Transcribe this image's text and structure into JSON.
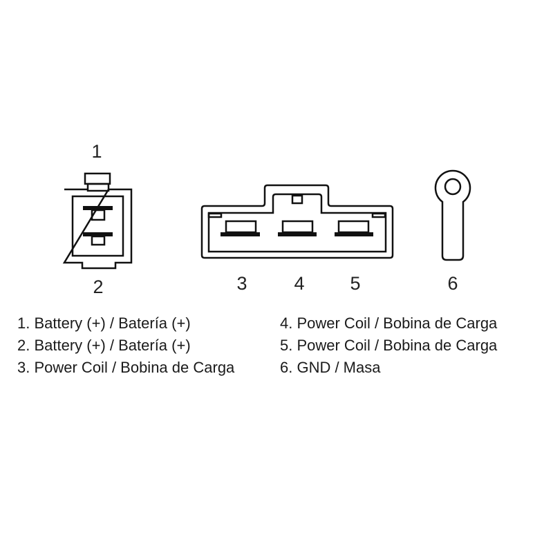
{
  "connectors": [
    {
      "id": "two-pin-connector",
      "pins": [
        "1",
        "2"
      ]
    },
    {
      "id": "three-pin-connector",
      "pins": [
        "3",
        "4",
        "5"
      ]
    },
    {
      "id": "ring-terminal",
      "pins": [
        "6"
      ]
    }
  ],
  "legend": {
    "left": [
      "1. Battery (+) / Batería (+)",
      "2. Battery (+) / Batería (+)",
      "3. Power Coil / Bobina de Carga"
    ],
    "right": [
      "4. Power Coil / Bobina de Carga",
      "5. Power Coil / Bobina de Carga",
      "6. GND / Masa"
    ]
  }
}
